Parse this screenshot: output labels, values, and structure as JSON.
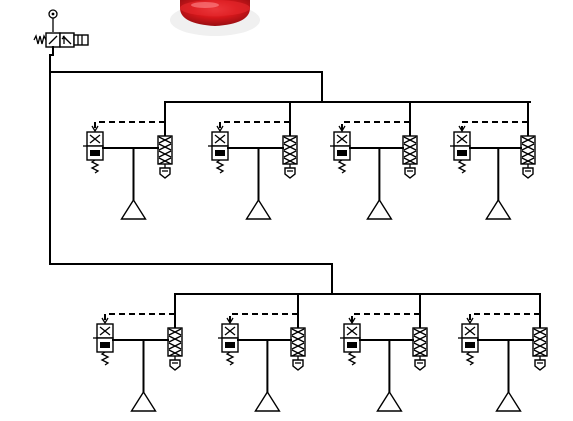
{
  "diagram": {
    "type": "pneumatic-schematic",
    "colors": {
      "line": "#000000",
      "background": "#ffffff",
      "emergency_button": "#d8181c",
      "emergency_button_dark": "#8e0c10"
    },
    "components": {
      "supply": {
        "name": "solenoid-valve-3-2",
        "icon": "valve-symbol"
      },
      "emergency_stop": {
        "icon": "red-mushroom-button"
      },
      "branches": [
        {
          "group": "upper",
          "units": [
            {
              "id": "u1",
              "valve": "pilot-check-valve",
              "filter": "filter-element",
              "vacuum_cup": "triangle"
            },
            {
              "id": "u2",
              "valve": "pilot-check-valve",
              "filter": "filter-element",
              "vacuum_cup": "triangle"
            },
            {
              "id": "u3",
              "valve": "pilot-check-valve",
              "filter": "filter-element",
              "vacuum_cup": "triangle"
            },
            {
              "id": "u4",
              "valve": "pilot-check-valve",
              "filter": "filter-element",
              "vacuum_cup": "triangle"
            }
          ]
        },
        {
          "group": "lower",
          "units": [
            {
              "id": "l1",
              "valve": "pilot-check-valve",
              "filter": "filter-element",
              "vacuum_cup": "triangle"
            },
            {
              "id": "l2",
              "valve": "pilot-check-valve",
              "filter": "filter-element",
              "vacuum_cup": "triangle"
            },
            {
              "id": "l3",
              "valve": "pilot-check-valve",
              "filter": "filter-element",
              "vacuum_cup": "triangle"
            },
            {
              "id": "l4",
              "valve": "pilot-check-valve",
              "filter": "filter-element",
              "vacuum_cup": "triangle"
            }
          ]
        }
      ]
    }
  }
}
